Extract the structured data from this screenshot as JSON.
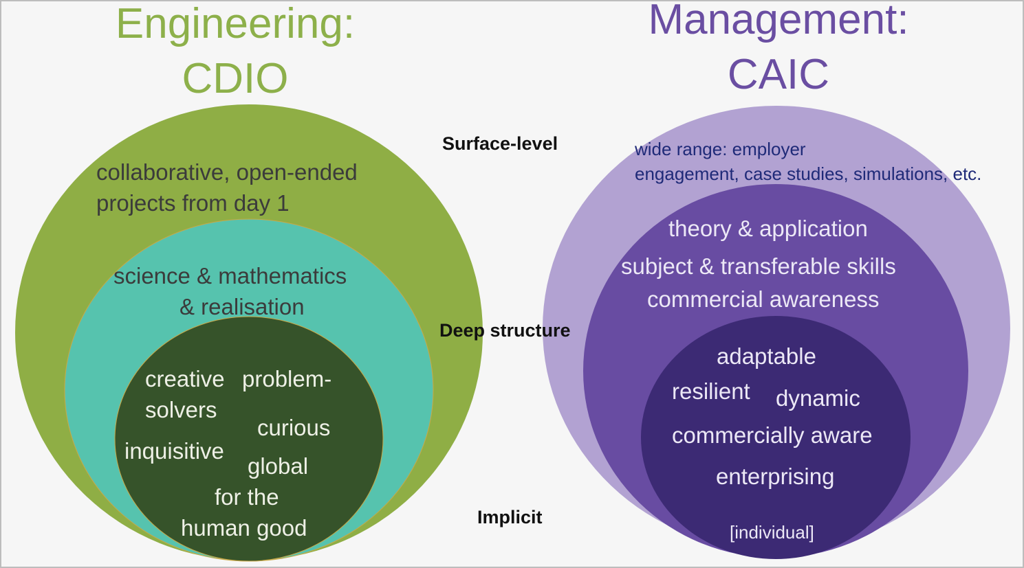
{
  "left": {
    "title_line1": "Engineering:",
    "title_line2": "CDIO",
    "outer": "collaborative, open-ended",
    "outer2": "projects from day 1",
    "middle1": "science & mathematics",
    "middle2": "& realisation",
    "inner": [
      "creative",
      "problem-",
      "solvers",
      "curious",
      "inquisitive",
      "global",
      "for the",
      "human good"
    ]
  },
  "right": {
    "title_line1": "Management:",
    "title_line2": "CAIC",
    "outer1": "wide range: employer",
    "outer2": "engagement, case studies, simulations, etc.",
    "middle": [
      "theory & application",
      "subject & transferable skills",
      "commercial awareness"
    ],
    "inner": [
      "adaptable",
      "resilient",
      "dynamic",
      "commercially aware",
      "enterprising",
      "[individual]"
    ]
  },
  "levels": {
    "surface": "Surface-level",
    "deep": "Deep structure",
    "implicit": "Implicit"
  },
  "colors": {
    "green_title": "#8db04a",
    "green_outer": "#8fae45",
    "teal": "#56c3ae",
    "dark_green": "#36532a",
    "purple_title": "#6a4ea2",
    "purple_light": "#b2a2d2",
    "purple_mid": "#684ca2",
    "purple_dark": "#3c2a74"
  }
}
